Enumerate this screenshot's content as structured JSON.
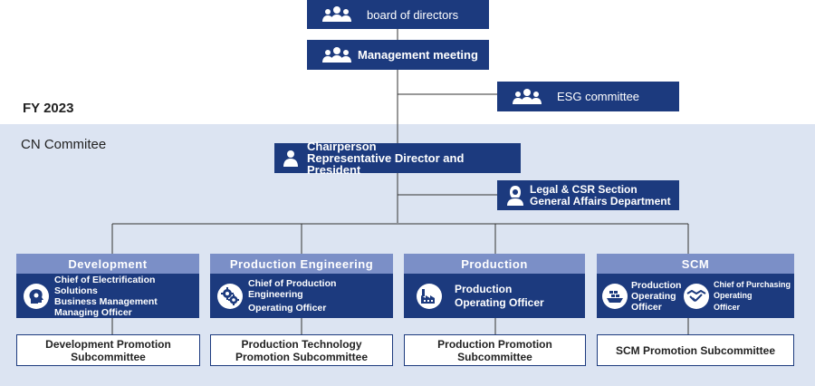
{
  "labels": {
    "fy": "FY 2023",
    "cn": "CN Commitee"
  },
  "boxes": {
    "board": "board of directors",
    "mgmt": "Management meeting",
    "esg": "ESG committee",
    "chair_l1": "Chairperson",
    "chair_l2": "Representative Director and President",
    "legal_l1": "Legal & CSR Section",
    "legal_l2": "General Affairs Department"
  },
  "columns": [
    {
      "header": "Development",
      "officer": [
        "Chief of Electrification Solutions",
        "Business Management",
        "Managing Officer"
      ],
      "sub": [
        "Development Promotion",
        "Subcommittee"
      ],
      "icon": "head-gear-icon"
    },
    {
      "header": "Production Engineering",
      "officer": [
        "Chief of Production Engineering",
        "Operating Officer"
      ],
      "sub": [
        "Production Technology",
        "Promotion Subcommittee"
      ],
      "icon": "gears-icon"
    },
    {
      "header": "Production",
      "officer": [
        "Production",
        "Operating Officer"
      ],
      "sub": [
        "Production Promotion",
        "Subcommittee"
      ],
      "icon": "factory-icon"
    },
    {
      "header": "SCM",
      "officer_a": [
        "Production",
        "Operating",
        "Officer"
      ],
      "officer_b": [
        "Chief of Purchasing",
        "Operating",
        "Officer"
      ],
      "sub": [
        "SCM Promotion Subcommittee"
      ],
      "icon_a": "ship-icon",
      "icon_b": "handshake-icon"
    }
  ],
  "colors": {
    "navy": "#1c3a7e",
    "header": "#7b8fc7",
    "band": "#dce4f2"
  }
}
